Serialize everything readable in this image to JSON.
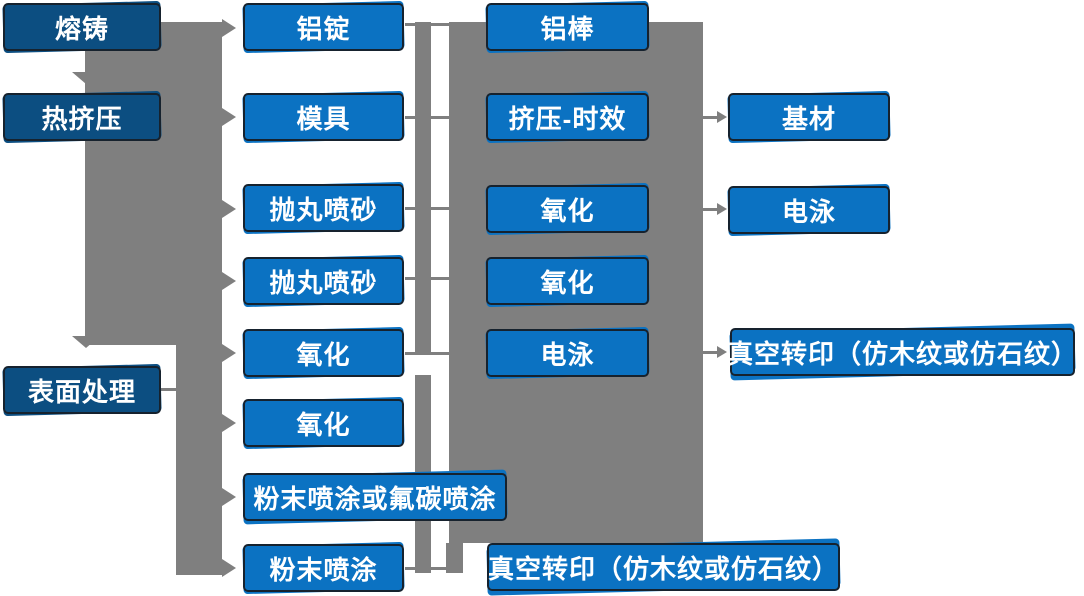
{
  "colors": {
    "node_fill": "#0b72c2",
    "node_fill_dark": "#0c4e81",
    "node_border": "#16222e",
    "connector_gray": "#7f7f7f",
    "text": "#ffffff",
    "background": "#ffffff"
  },
  "nodes": {
    "col1": [
      {
        "label": "熔铸"
      },
      {
        "label": "热挤压"
      },
      {
        "label": "表面处理"
      }
    ],
    "col2": [
      {
        "label": "铝锭"
      },
      {
        "label": "模具"
      },
      {
        "label": "抛丸喷砂"
      },
      {
        "label": "抛丸喷砂"
      },
      {
        "label": "氧化"
      },
      {
        "label": "氧化"
      },
      {
        "label": "粉末喷涂或氟碳喷涂"
      },
      {
        "label": "粉末喷涂"
      }
    ],
    "col3": [
      {
        "label": "铝棒"
      },
      {
        "label": "挤压-时效"
      },
      {
        "label": "氧化"
      },
      {
        "label": "氧化"
      },
      {
        "label": "电泳"
      },
      {
        "label": "真空转印（仿木纹或仿石纹）"
      }
    ],
    "col4": [
      {
        "label": "基材"
      },
      {
        "label": "电泳"
      },
      {
        "label": "真空转印（仿木纹或仿石纹）"
      }
    ]
  }
}
